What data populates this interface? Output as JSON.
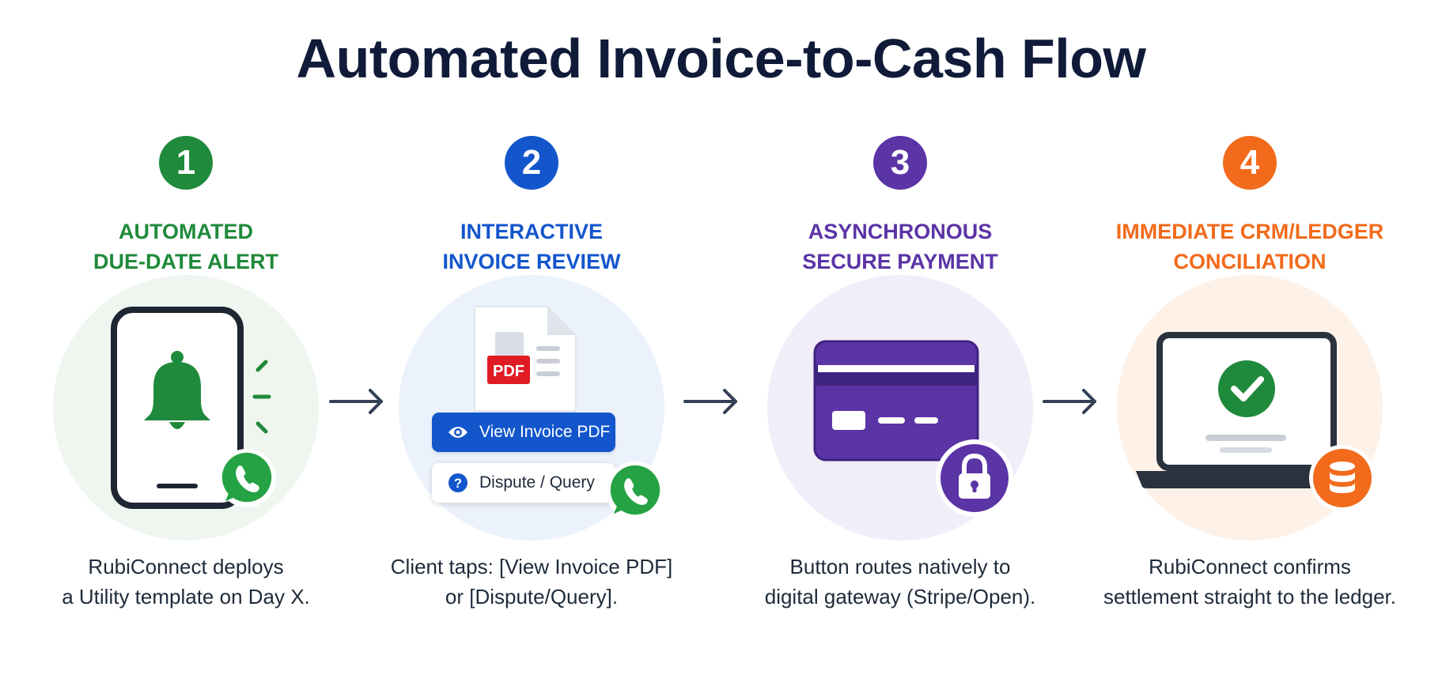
{
  "title": "Automated Invoice-to-Cash Flow",
  "colors": {
    "step1": "#1f8a3b",
    "step2": "#1356cc",
    "step3": "#5b34a6",
    "step4": "#f26a1b"
  },
  "steps": [
    {
      "number": "1",
      "heading": [
        "AUTOMATED",
        "DUE-DATE ALERT"
      ],
      "caption": [
        "RubiConnect deploys",
        "a Utility template on Day X."
      ],
      "icons": [
        "smartphone-icon",
        "bell-icon",
        "whatsapp-icon"
      ]
    },
    {
      "number": "2",
      "heading": [
        "INTERACTIVE",
        "INVOICE REVIEW"
      ],
      "caption": [
        "Client taps: [View Invoice PDF]",
        "or [Dispute/Query]."
      ],
      "pdf_label": "PDF",
      "buttons": {
        "view": "View Invoice PDF",
        "dispute": "Dispute / Query"
      },
      "icons": [
        "pdf-document-icon",
        "eye-icon",
        "question-icon",
        "whatsapp-icon"
      ]
    },
    {
      "number": "3",
      "heading": [
        "ASYNCHRONOUS",
        "SECURE PAYMENT"
      ],
      "caption": [
        "Button routes natively to",
        "digital gateway (Stripe/Open)."
      ],
      "icons": [
        "credit-card-icon",
        "padlock-icon"
      ]
    },
    {
      "number": "4",
      "heading": [
        "IMMEDIATE CRM/LEDGER",
        "CONCILIATION"
      ],
      "caption": [
        "RubiConnect confirms",
        "settlement straight to the ledger."
      ],
      "icons": [
        "laptop-icon",
        "check-circle-icon",
        "database-icon"
      ]
    }
  ]
}
